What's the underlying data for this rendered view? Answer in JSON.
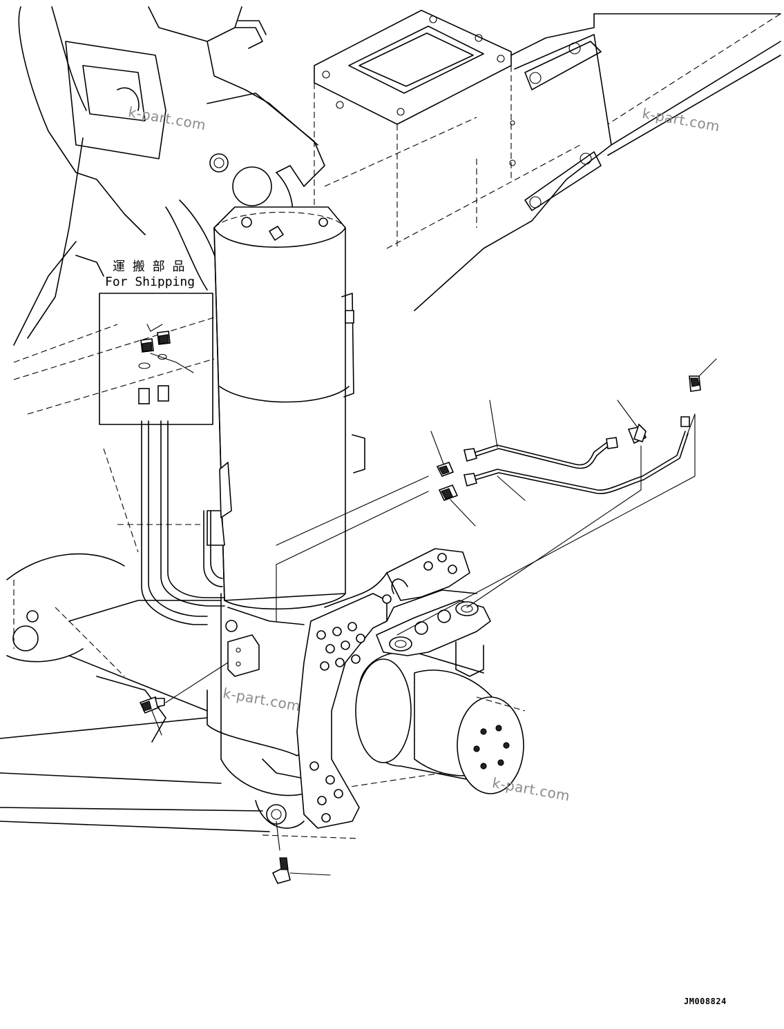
{
  "shipping_label": {
    "japanese": "運 搬 部 品",
    "english": "For Shipping"
  },
  "watermarks": [
    "k-part.com",
    "k-part.com",
    "k-part.com",
    "k-part.com"
  ],
  "drawing_code": "JM008824"
}
